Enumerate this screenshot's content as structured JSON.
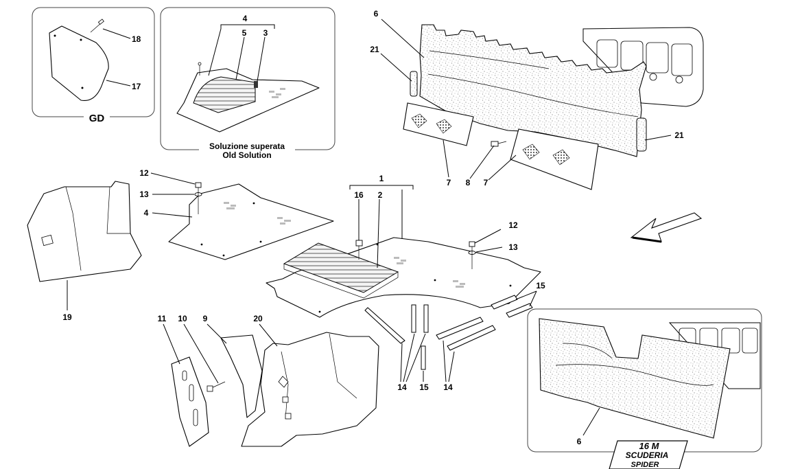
{
  "insets": {
    "gd": {
      "caption": "GD"
    },
    "old_solution": {
      "caption_line1": "Soluzione superata",
      "caption_line2": "Old Solution"
    }
  },
  "labels": {
    "gd_18": "18",
    "gd_17": "17",
    "old_4": "4",
    "old_5": "5",
    "old_3": "3",
    "l6_top": "6",
    "l21_left": "21",
    "l21_right": "21",
    "l7_left": "7",
    "l8": "8",
    "l7_right": "7",
    "l12_left": "12",
    "l13_left": "13",
    "l4_left": "4",
    "l1": "1",
    "l16": "16",
    "l2": "2",
    "l12_right": "12",
    "l13_right": "13",
    "l15_top": "15",
    "l14_a": "14",
    "l15_bottom": "15",
    "l14_b": "14",
    "l19": "19",
    "l11": "11",
    "l10": "10",
    "l9": "9",
    "l20": "20",
    "l6_inset": "6"
  },
  "logo": {
    "line1": "16 M",
    "line2": "SCUDERIA",
    "line3": "SPIDER"
  },
  "colors": {
    "ink": "#000000",
    "frame": "#444444",
    "speckle": "#e8e8e8",
    "mesh": "#555555"
  }
}
